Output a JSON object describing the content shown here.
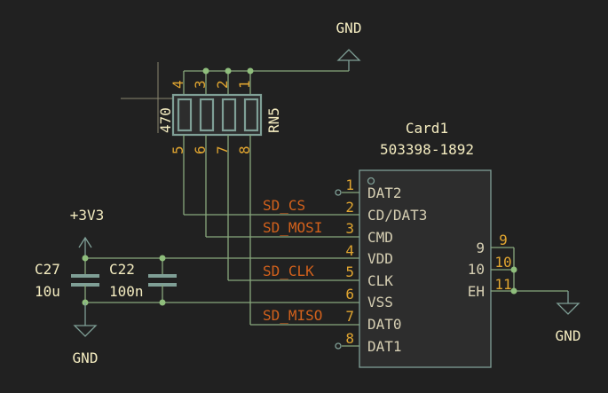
{
  "schematic": {
    "connector": {
      "reference": "Card1",
      "value": "503398-1892",
      "left_pins": [
        {
          "number": "1",
          "name": "DAT2",
          "net": "",
          "no_connect": true
        },
        {
          "number": "2",
          "name": "CD/DAT3",
          "net": "SD_CS"
        },
        {
          "number": "3",
          "name": "CMD",
          "net": "SD_MOSI"
        },
        {
          "number": "4",
          "name": "VDD",
          "net": ""
        },
        {
          "number": "5",
          "name": "CLK",
          "net": "SD_CLK"
        },
        {
          "number": "6",
          "name": "VSS",
          "net": ""
        },
        {
          "number": "7",
          "name": "DAT0",
          "net": "SD_MISO"
        },
        {
          "number": "8",
          "name": "DAT1",
          "net": "",
          "no_connect": true
        }
      ],
      "right_pins": [
        {
          "number": "9",
          "name": "9"
        },
        {
          "number": "10",
          "name": "10"
        },
        {
          "number": "11",
          "name": "EH"
        }
      ]
    },
    "resistor_network": {
      "reference": "RN5",
      "value": "470",
      "top_pins": [
        "4",
        "3",
        "2",
        "1"
      ],
      "bottom_pins": [
        "5",
        "6",
        "7",
        "8"
      ]
    },
    "capacitors": [
      {
        "reference": "C27",
        "value": "10u"
      },
      {
        "reference": "C22",
        "value": "100n"
      }
    ],
    "power_symbols": {
      "vcc": "+3V3",
      "gnd_top": "GND",
      "gnd_left": "GND",
      "gnd_right": "GND"
    },
    "colors": {
      "background": "#212121",
      "wire": "#88a87c",
      "junction": "#8fbe7c",
      "net_label": "#d2611c",
      "pin_number": "#e0a530",
      "reference_text": "#f4ecc0"
    }
  }
}
